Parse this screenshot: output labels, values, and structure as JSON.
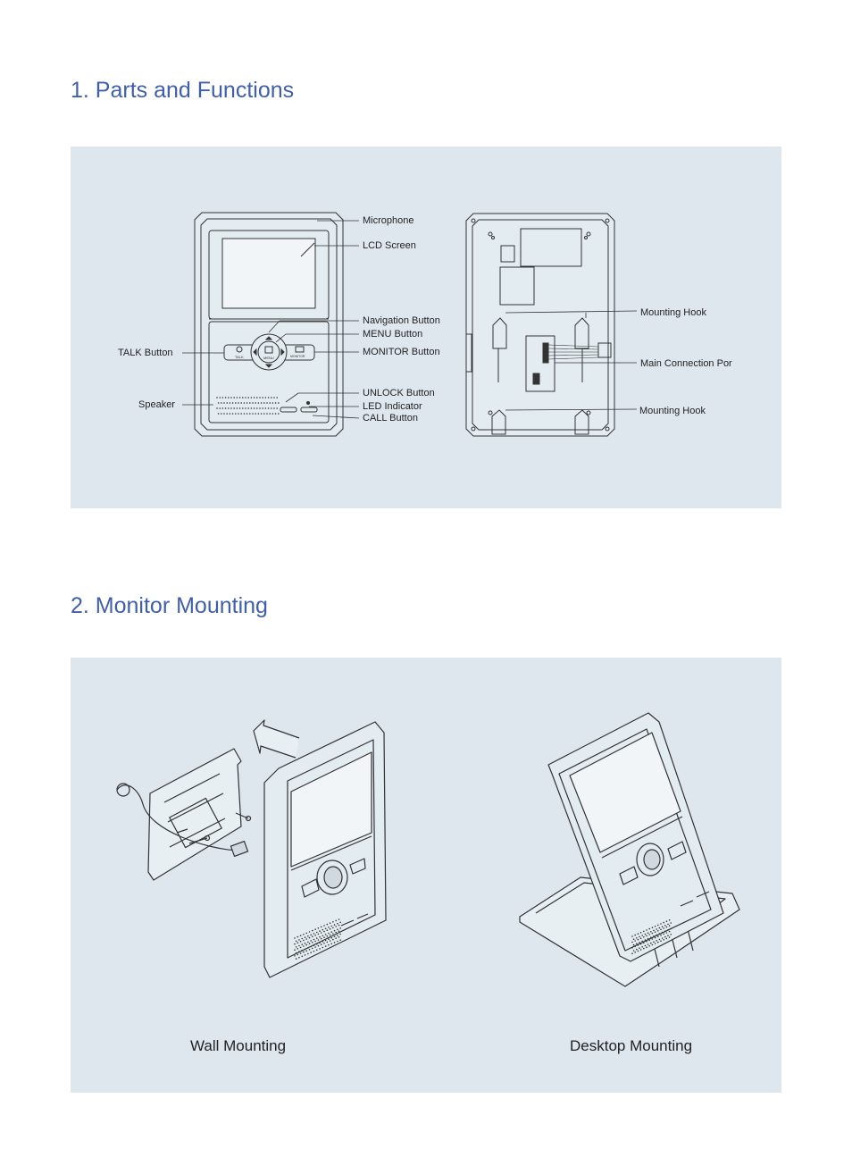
{
  "sections": [
    {
      "title": "1. Parts and Functions",
      "front_labels": {
        "microphone": "Microphone",
        "lcd_screen": "LCD Screen",
        "navigation_button": "Navigation Button",
        "menu_button": "MENU Button",
        "monitor_button": "MONITOR Button",
        "talk_button": "TALK Button",
        "speaker": "Speaker",
        "unlock_button": "UNLOCK Button",
        "led_indicator": "LED Indicator",
        "call_button": "CALL Button"
      },
      "device_button_text": {
        "talk": "TALK",
        "menu": "MENU",
        "monitor": "MONITOR"
      },
      "back_labels": {
        "mounting_hook_top": "Mounting Hook",
        "main_connection_port": "Main Connection Por",
        "mounting_hook_bottom": "Mounting Hook"
      }
    },
    {
      "title": "2. Monitor Mounting",
      "captions": {
        "wall": "Wall Mounting",
        "desktop": "Desktop Mounting"
      }
    }
  ],
  "colors": {
    "heading": "#3f5fae",
    "panel": "#dde7ed",
    "line": "#333333"
  }
}
